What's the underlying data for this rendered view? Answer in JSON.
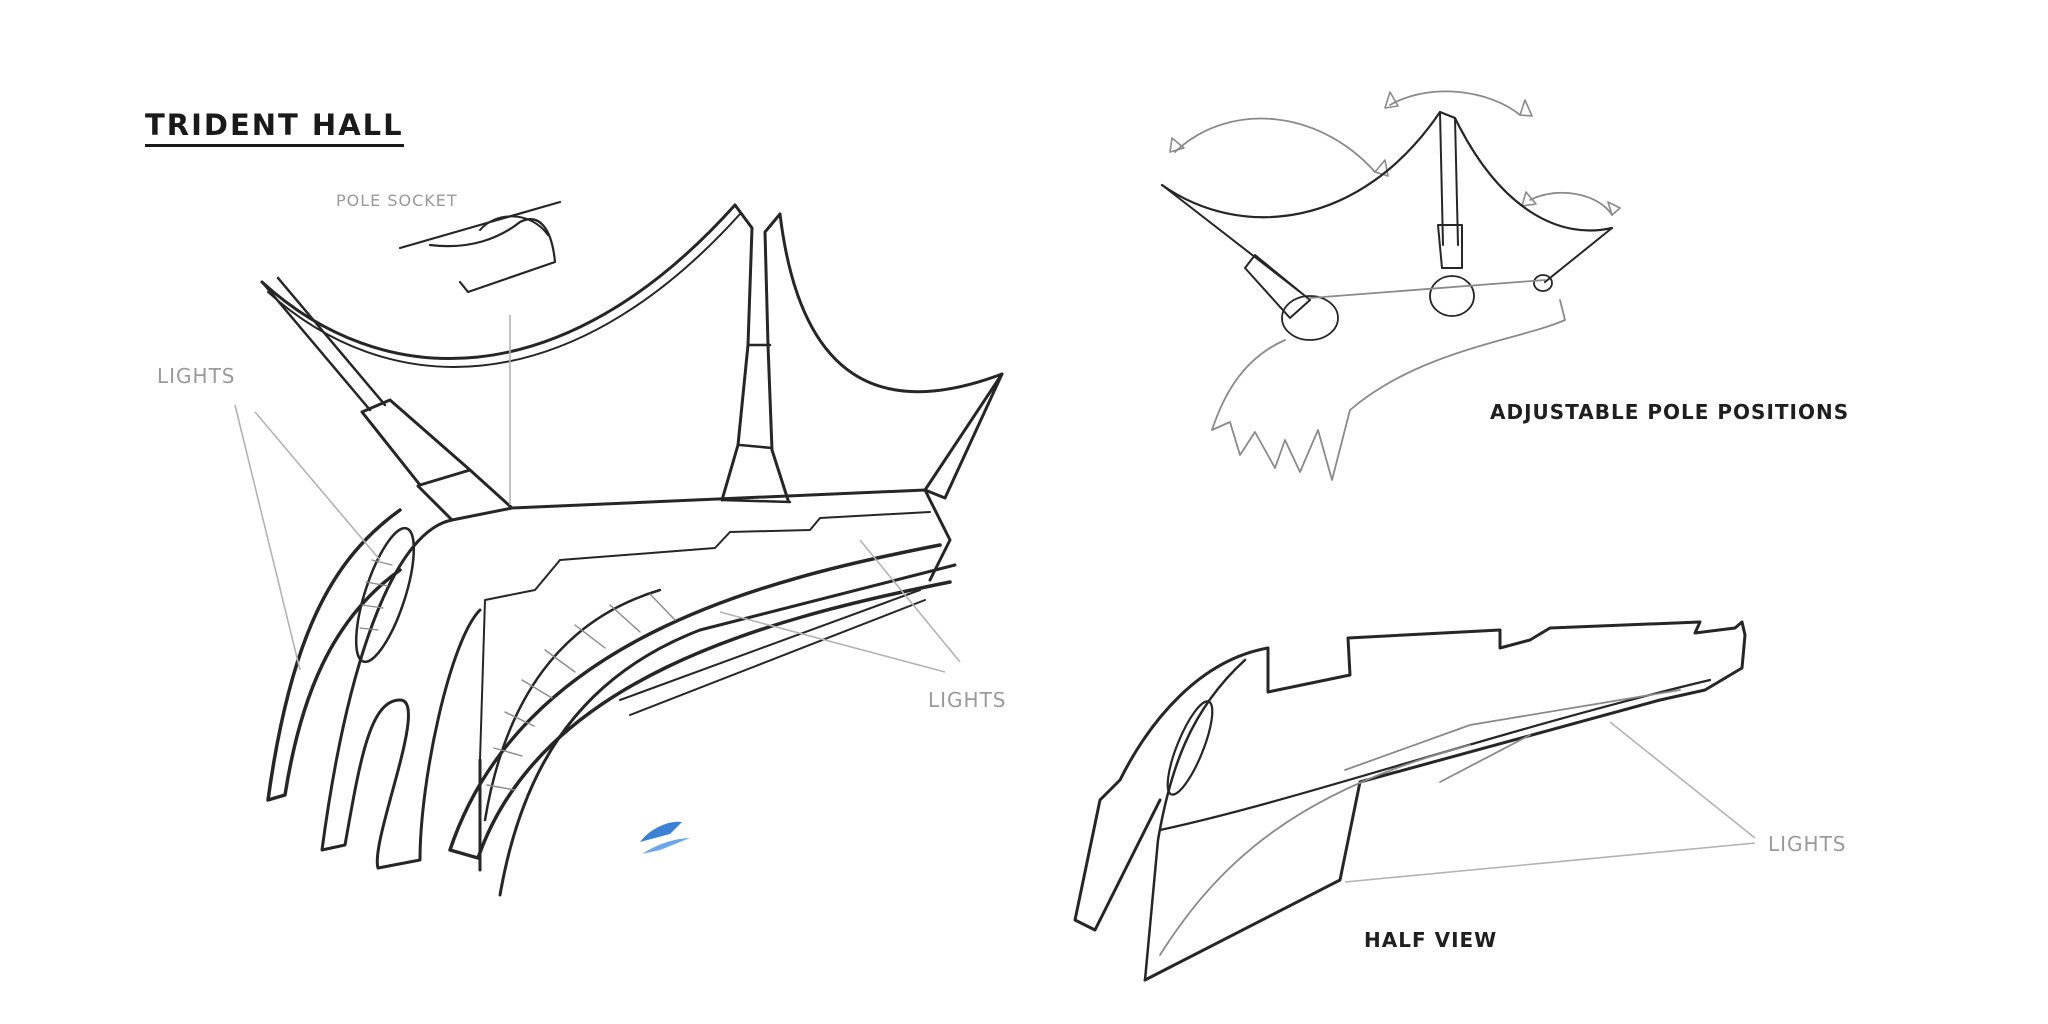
{
  "sheet": {
    "title": "TRIDENT HALL",
    "labels": {
      "pole_socket": "POLE SOCKET",
      "lights_left": "LIGHTS",
      "lights_center": "LIGHTS",
      "lights_right": "LIGHTS",
      "adjustable": "ADJUSTABLE POLE POSITIONS",
      "half_view": "HALF VIEW"
    }
  },
  "colors": {
    "ink": "#262626",
    "annotation_grey": "#9a9a9a",
    "brush_mark": "#3b82d6"
  }
}
